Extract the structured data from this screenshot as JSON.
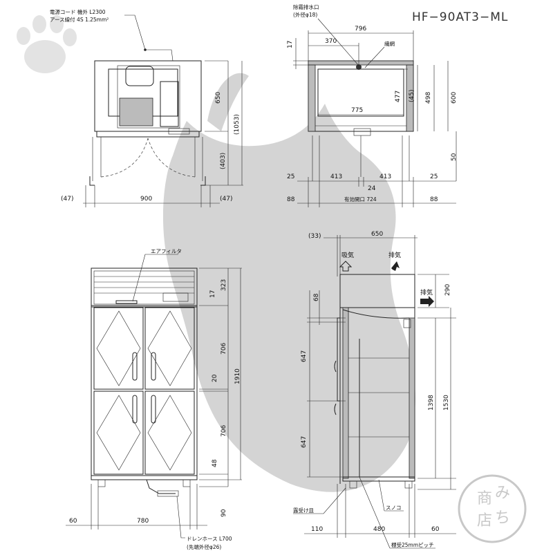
{
  "model": "HF−90AT3−ML",
  "top_view": {
    "power_note_1": "電源コード 機外 L2300",
    "power_note_2": "アース線付 4S 1.25mm²",
    "d_650": "650",
    "d_1053": "(1053)",
    "d_403": "(403)",
    "d_47_left": "(47)",
    "d_900": "900",
    "d_47_right": "(47)"
  },
  "interior_plan": {
    "drain_note_1": "除霜排水口",
    "drain_note_2": "(外径φ18)",
    "d_796": "796",
    "d_370": "370",
    "d_17": "17",
    "mesh": "繊網",
    "d_477": "477",
    "d_45": "(45)",
    "d_498": "498",
    "d_600": "600",
    "d_775": "775",
    "d_50": "50",
    "d_25_left": "25",
    "d_413_left": "413",
    "d_413_right": "413",
    "d_25_right": "25",
    "d_24": "24",
    "d_88_left": "88",
    "opening": "有効開口 724",
    "d_88_right": "88"
  },
  "front_view": {
    "air_filter": "エアフィルタ",
    "d_323": "323",
    "d_17": "17",
    "d_706_top": "706",
    "d_20": "20",
    "d_1910": "1910",
    "d_706_bottom": "706",
    "d_48": "48",
    "d_90": "90",
    "d_60": "60",
    "d_780": "780",
    "drain_hose_1": "ドレンホース L700",
    "drain_hose_2": "(先端外径φ26)"
  },
  "side_view": {
    "d_33": "(33)",
    "d_650": "650",
    "intake": "吸気",
    "exhaust_top": "排気",
    "exhaust_side": "排気",
    "d_290": "290",
    "d_68": "68",
    "d_647_top": "647",
    "d_1398": "1398",
    "d_1530": "1530",
    "d_647_bottom": "647",
    "dew_tray": "露受け皿",
    "sunoko": "スノコ",
    "d_110": "110",
    "d_480": "480",
    "d_60": "60",
    "shelf_pitch": "棚受25mmピッチ"
  },
  "stamp_text": "商店みち"
}
